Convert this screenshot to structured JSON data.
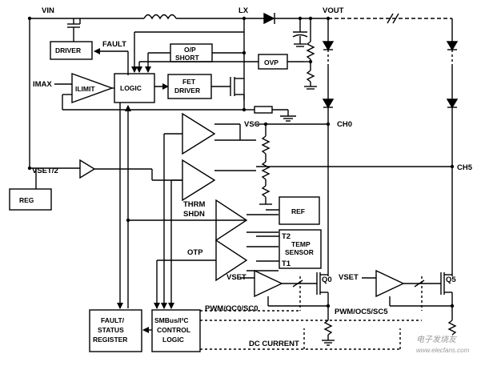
{
  "labels": {
    "vin": "VIN",
    "lx": "LX",
    "vout": "VOUT",
    "fault": "FAULT",
    "imax": "IMAX",
    "vsc": "VSC",
    "ch0": "CH0",
    "ch5": "CH5",
    "vset_half": "VSET/2",
    "thrm": "THRM",
    "shdn": "SHDN",
    "otp": "OTP",
    "t2": "T2",
    "t1": "T1",
    "vset_a": "VSET",
    "vset_b": "VSET",
    "q0": "Q0",
    "q5": "Q5",
    "pwm0": "PWM/OC0/SC0",
    "pwm5": "PWM/OC5/SC5",
    "dc_current": "DC CURRENT"
  },
  "blocks": {
    "driver": "DRIVER",
    "op_short_1": "O/P",
    "op_short_2": "SHORT",
    "ovp": "OVP",
    "logic": "LOGIC",
    "ilimit": "ILIMIT",
    "fet_driver_1": "FET",
    "fet_driver_2": "DRIVER",
    "reg": "REG",
    "ref": "REF",
    "temp_sensor_1": "TEMP",
    "temp_sensor_2": "SENSOR",
    "fault_status_1": "FAULT/",
    "fault_status_2": "STATUS",
    "fault_status_3": "REGISTER",
    "smbus_1": "SMBus/I²C",
    "smbus_2": "CONTROL",
    "smbus_3": "LOGIC"
  },
  "watermark": "电子发烧友",
  "watermark_url": "www.elecfans.com"
}
